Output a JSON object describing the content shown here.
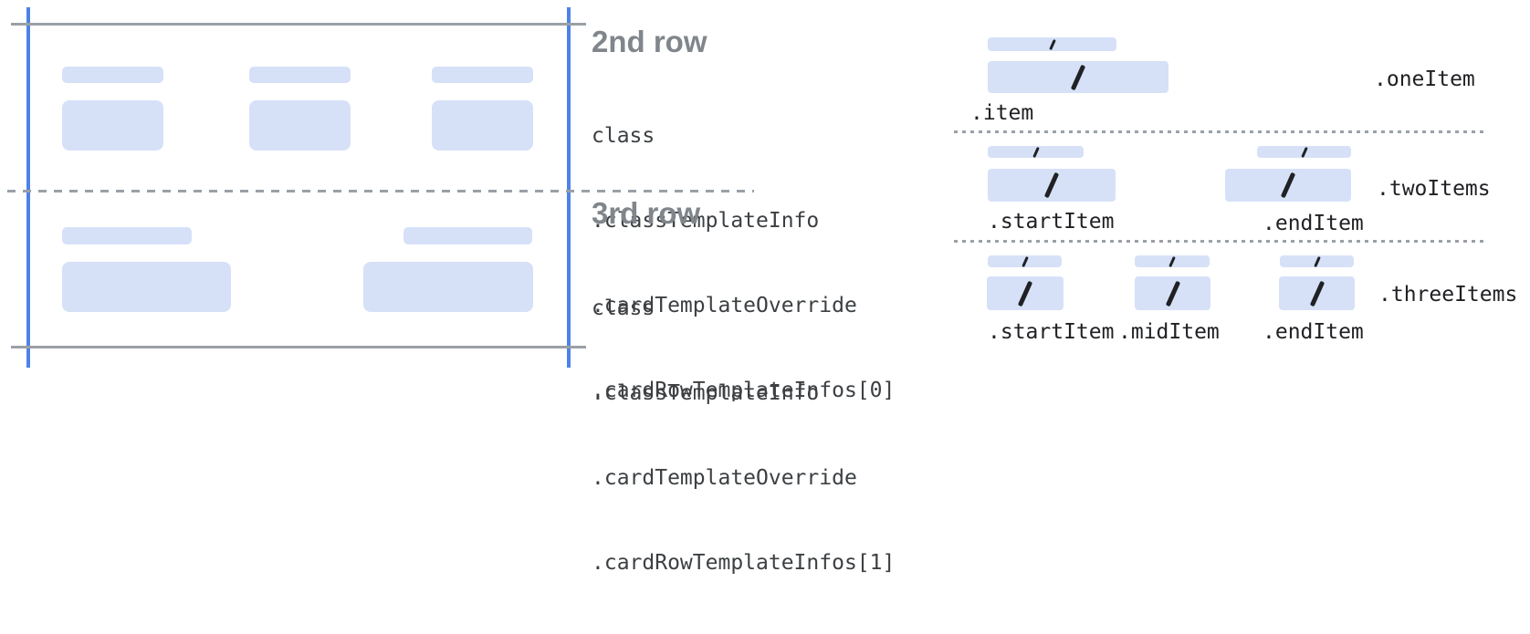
{
  "colors": {
    "guide_blue": "#4d82e8",
    "placeholder_blue": "#d6e1f8",
    "line_gray": "#9aa0a6",
    "heading_gray": "#80868b",
    "code_gray": "#3c4043",
    "slash_black": "#202124"
  },
  "rows": [
    {
      "heading": "2nd row",
      "class_path": [
        "class",
        ".classTemplateInfo",
        ".cardTemplateOverride",
        ".cardRowTemplateInfos[0]"
      ]
    },
    {
      "heading": "3rd row",
      "class_path": [
        "class",
        ".classTemplateInfo",
        ".cardTemplateOverride",
        ".cardRowTemplateInfos[1]"
      ]
    }
  ],
  "layouts": [
    {
      "name": ".oneItem",
      "items": [
        ".item"
      ]
    },
    {
      "name": ".twoItems",
      "items": [
        ".startItem",
        ".endItem"
      ]
    },
    {
      "name": ".threeItems",
      "items": [
        ".startItem",
        ".midItem",
        ".endItem"
      ]
    }
  ]
}
